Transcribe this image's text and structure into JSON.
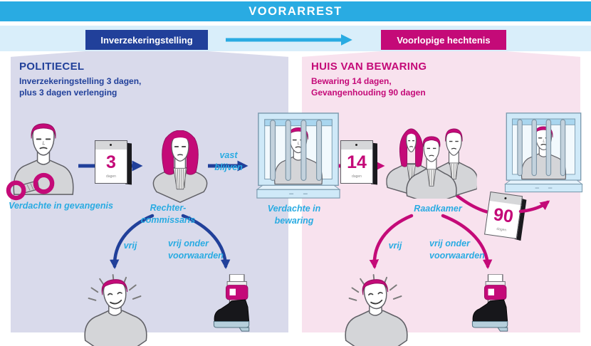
{
  "colors": {
    "cyan": "#29abe2",
    "navy": "#21409a",
    "magenta": "#c40a78",
    "panel_left_bg": "#d9daeb",
    "panel_right_bg": "#f8e2ee",
    "stage_bar_bg": "#d9eefa"
  },
  "header": {
    "title": "VOORARREST"
  },
  "stages": {
    "left_button": "Inverzekeringstelling",
    "right_button": "Voorlopige hechtenis"
  },
  "calendar_caption": "dagen",
  "left_panel": {
    "title": "POLITIECEL",
    "line1": "Inverzekeringstelling 3 dagen,",
    "line2": "plus 3 dagen verlenging",
    "calendar_days": "3",
    "labels": {
      "suspect": "Verdachte in gevangenis",
      "judge": "Rechter-commissaris",
      "stay": "vast blijven",
      "detained": "Verdachte in bewaring",
      "free": "vrij",
      "conditional_line1": "vrij onder",
      "conditional_line2": "voorwaarden"
    }
  },
  "right_panel": {
    "title": "HUIS VAN BEWARING",
    "line1": "Bewaring 14 dagen,",
    "line2": "Gevangenhouding 90 dagen",
    "calendar_days": "14",
    "calendar_days_2": "90",
    "labels": {
      "council": "Raadkamer",
      "free": "vrij",
      "conditional_line1": "vrij onder",
      "conditional_line2": "voorwaarden"
    }
  }
}
